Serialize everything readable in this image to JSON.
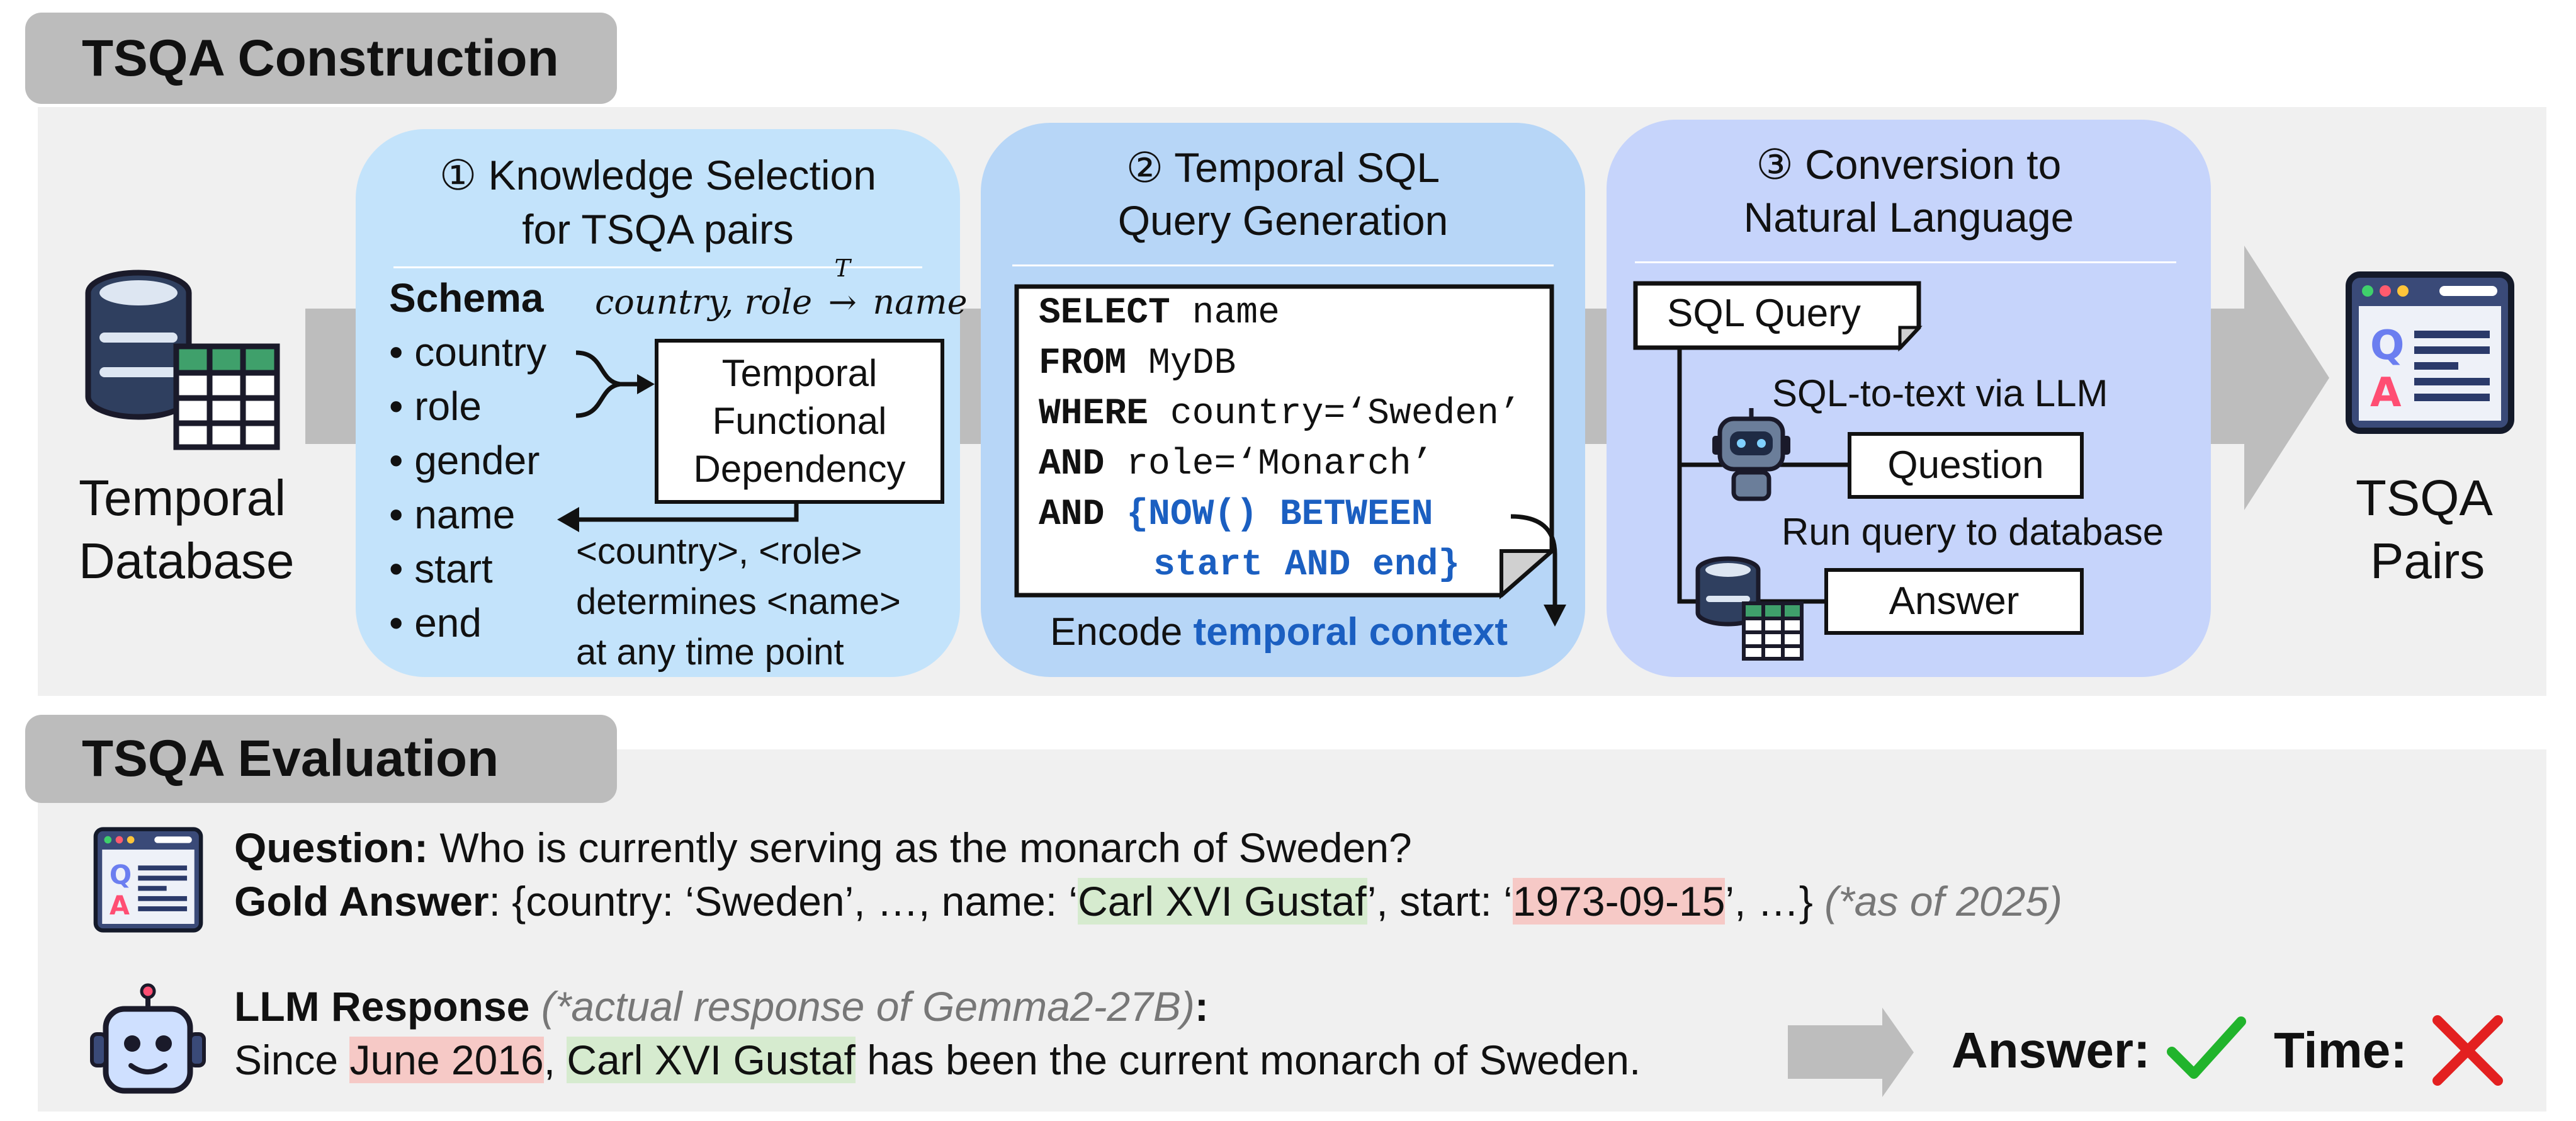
{
  "construction": {
    "tab_label": "TSQA Construction",
    "db_label_line1": "Temporal",
    "db_label_line2": "Database",
    "pairs_label_line1": "TSQA",
    "pairs_label_line2": "Pairs",
    "stage1": {
      "title_line1": "① Knowledge Selection",
      "title_line2": "for TSQA pairs",
      "schema_label": "Schema",
      "fd_formula_lhs": "country, role",
      "fd_formula_T": "T",
      "fd_formula_rhs": "name",
      "fields": [
        "• country",
        "• role",
        "• gender",
        "• name",
        "• start",
        "• end"
      ],
      "fd_box_line1": "Temporal",
      "fd_box_line2": "Functional",
      "fd_box_line3": "Dependency",
      "fd_note_line1": "<country>, <role>",
      "fd_note_line2": "determines <name>",
      "fd_note_line3": "at any time point"
    },
    "stage2": {
      "title_line1": "② Temporal SQL",
      "title_line2": "Query Generation",
      "sql": {
        "l1_kw": "SELECT",
        "l1_rest": " name",
        "l2_kw": "FROM",
        "l2_rest": " MyDB",
        "l3_kw": "WHERE",
        "l3_rest": " country=‘Sweden’",
        "l4_kw": "AND",
        "l4_rest": " role=‘Monarch’",
        "l5_kw": "AND",
        "l5_rest": " {NOW() BETWEEN",
        "l6": "start AND end}"
      },
      "caption_prefix": "Encode ",
      "caption_bold": "temporal context"
    },
    "stage3": {
      "title_line1": "③ Conversion to",
      "title_line2": "Natural Language",
      "sql_query_box": "SQL Query",
      "sql_to_text": "SQL-to-text via LLM",
      "question_box": "Question",
      "run_query": "Run query to database",
      "answer_box": "Answer"
    }
  },
  "evaluation": {
    "tab_label": "TSQA Evaluation",
    "question_label": "Question:",
    "question_text": " Who is currently serving as the monarch of Sweden?",
    "gold_label": "Gold Answer",
    "gold_t1": ": {country: ‘Sweden’, …, name: ‘",
    "gold_name": "Carl XVI Gustaf",
    "gold_t2": "’, start: ‘",
    "gold_date": "1973-09-15",
    "gold_t3": "’, …} ",
    "gold_note": "(*as of 2025)",
    "llm_label": "LLM Response",
    "llm_note": " (*actual response of Gemma2-27B)",
    "llm_colon": ":",
    "llm_t1": "Since ",
    "llm_date": "June 2016",
    "llm_t2": ", ",
    "llm_name": "Carl XVI Gustaf",
    "llm_t3": " has been the current monarch of Sweden.",
    "answer_label": "Answer:",
    "time_label": "Time:"
  },
  "colors": {
    "stage1_bg": "#c3e3fb",
    "stage2_bg": "#b7d6f7",
    "stage3_bg": "#c6d4fb",
    "highlight_blue": "#1b5fc1",
    "check_green": "#21b42c",
    "cross_red": "#e32020"
  }
}
